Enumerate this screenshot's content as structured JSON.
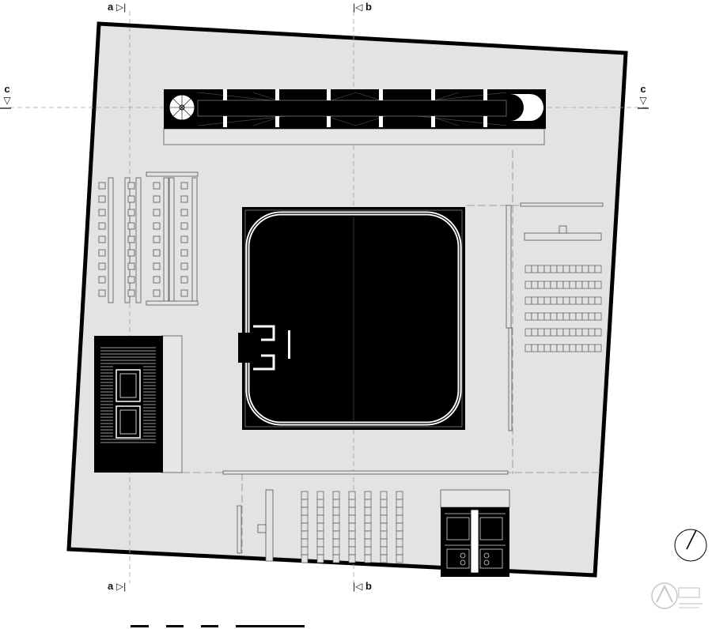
{
  "sections": {
    "a": {
      "letter": "a",
      "marker": "▷|"
    },
    "b": {
      "letter": "b",
      "marker": "|◁"
    },
    "c": {
      "letter": "c",
      "marker": "▽"
    }
  },
  "colors": {
    "floor": "#e3e3e3",
    "wall": "#000000",
    "line": "#555555",
    "dash": "#9a9a9a"
  },
  "icons": {
    "north": "north-arrow-icon",
    "watermark": "archdaily-watermark-icon"
  }
}
